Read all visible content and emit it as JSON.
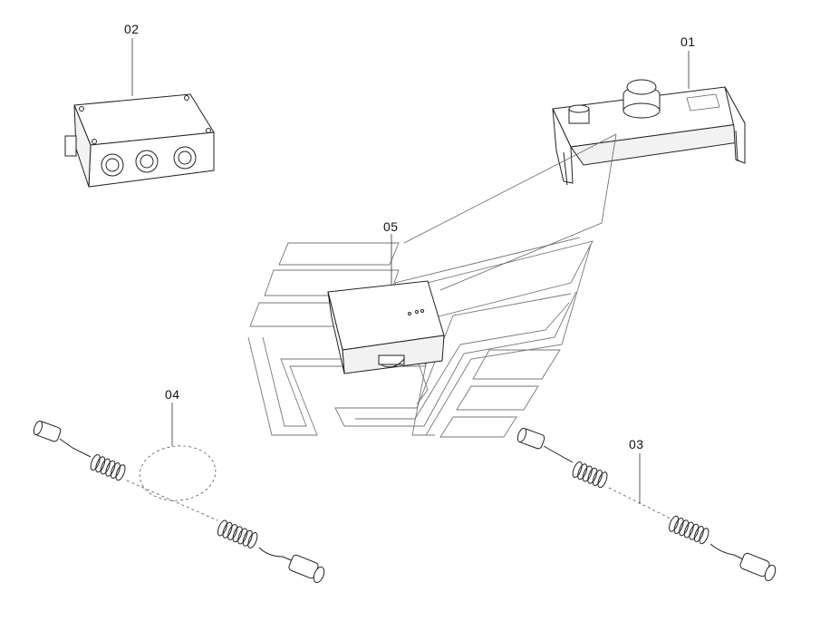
{
  "parts": [
    {
      "id": "part-01",
      "label": "01"
    },
    {
      "id": "part-02",
      "label": "02"
    },
    {
      "id": "part-03",
      "label": "03"
    },
    {
      "id": "part-04",
      "label": "04"
    },
    {
      "id": "part-05",
      "label": "05"
    }
  ]
}
